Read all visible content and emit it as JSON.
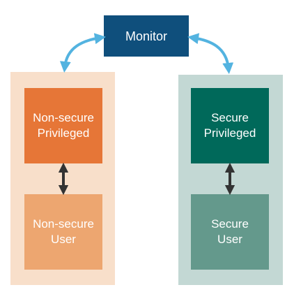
{
  "colors": {
    "monitor": "#0f4f7c",
    "ns_panel": "#f8dfca",
    "ns_privileged": "#e67637",
    "ns_user": "#eda670",
    "s_panel": "#c3d8d4",
    "s_privileged": "#00695a",
    "s_user": "#64998c",
    "curve_arrow": "#53b3e0",
    "vertical_arrow": "#333333"
  },
  "monitor": {
    "label": "Monitor"
  },
  "non_secure": {
    "privileged": {
      "line1": "Non-secure",
      "line2": "Privileged"
    },
    "user": {
      "line1": "Non-secure",
      "line2": "User"
    }
  },
  "secure": {
    "privileged": {
      "line1": "Secure",
      "line2": "Privileged"
    },
    "user": {
      "line1": "Secure",
      "line2": "User"
    }
  }
}
